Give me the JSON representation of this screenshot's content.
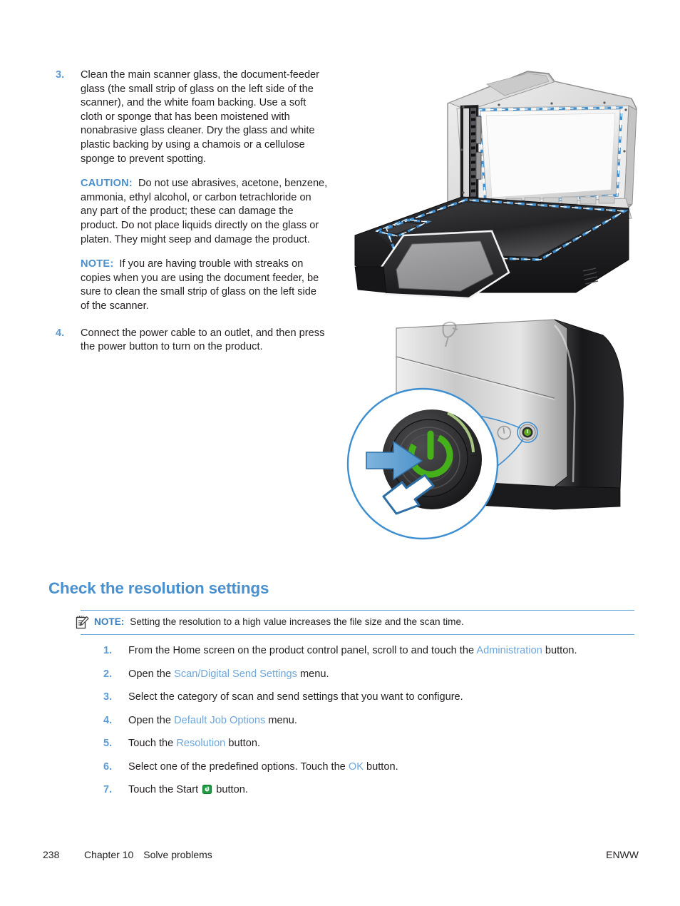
{
  "colors": {
    "accent_blue": "#4a90cc",
    "link_blue": "#6ca6dc",
    "number_blue": "#5b9bd5",
    "rule_blue": "#6ea8d8",
    "body_text": "#231f20",
    "callout_blue": "#3d8fd1",
    "power_green": "#5faa1e",
    "start_green": "#1a9b3c"
  },
  "steps": [
    {
      "number": "3.",
      "body": "Clean the main scanner glass, the document-feeder glass (the small strip of glass on the left side of the scanner), and the white foam backing. Use a soft cloth or sponge that has been moistened with nonabrasive glass cleaner. Dry the glass and white plastic backing by using a chamois or a cellulose sponge to prevent spotting.",
      "admonitions": [
        {
          "label": "CAUTION:",
          "text": "Do not use abrasives, acetone, benzene, ammonia, ethyl alcohol, or carbon tetrachloride on any part of the product; these can damage the product. Do not place liquids directly on the glass or platen. They might seep and damage the product."
        },
        {
          "label": "NOTE:",
          "text": "If you are having trouble with streaks on copies when you are using the document feeder, be sure to clean the small strip of glass on the left side of the scanner."
        }
      ]
    },
    {
      "number": "4.",
      "body": "Connect the power cable to an outlet, and then press the power button to turn on the product.",
      "admonitions": []
    }
  ],
  "section": {
    "heading": "Check the resolution settings",
    "note": {
      "icon": "note-pad-pencil-icon",
      "label": "NOTE:",
      "text": "Setting the resolution to a high value increases the file size and the scan time."
    },
    "procedure": [
      {
        "number": "1.",
        "parts": [
          {
            "text": "From the Home screen on the product control panel, scroll to and touch the ",
            "style": "plain"
          },
          {
            "text": "Administration",
            "style": "ui-ref"
          },
          {
            "text": " button.",
            "style": "plain"
          }
        ]
      },
      {
        "number": "2.",
        "parts": [
          {
            "text": "Open the ",
            "style": "plain"
          },
          {
            "text": "Scan/Digital Send Settings",
            "style": "ui-ref"
          },
          {
            "text": " menu.",
            "style": "plain"
          }
        ]
      },
      {
        "number": "3.",
        "parts": [
          {
            "text": "Select the category of scan and send settings that you want to configure.",
            "style": "plain"
          }
        ]
      },
      {
        "number": "4.",
        "parts": [
          {
            "text": "Open the ",
            "style": "plain"
          },
          {
            "text": "Default Job Options",
            "style": "ui-ref"
          },
          {
            "text": " menu.",
            "style": "plain"
          }
        ]
      },
      {
        "number": "5.",
        "parts": [
          {
            "text": "Touch the ",
            "style": "plain"
          },
          {
            "text": "Resolution",
            "style": "ui-ref"
          },
          {
            "text": " button.",
            "style": "plain"
          }
        ]
      },
      {
        "number": "6.",
        "parts": [
          {
            "text": "Select one of the predefined options. Touch the ",
            "style": "plain"
          },
          {
            "text": "OK",
            "style": "ui-ref"
          },
          {
            "text": " button.",
            "style": "plain"
          }
        ]
      },
      {
        "number": "7.",
        "parts": [
          {
            "text": "Touch the Start ",
            "style": "plain"
          },
          {
            "text": "",
            "style": "start-icon"
          },
          {
            "text": " button.",
            "style": "plain"
          }
        ]
      }
    ]
  },
  "figures": {
    "scanner": {
      "name": "scanner-lid-open-illustration",
      "description": "Multifunction product with scanner lid raised showing main scanner glass, document-feeder glass strip and white foam backing outlined with blue dashed callouts"
    },
    "power": {
      "name": "power-button-illustration",
      "description": "Printer lower front with magnified circular callout of the green power button and a blue arrow indicating a press"
    }
  },
  "footer": {
    "page_number": "238",
    "chapter": "Chapter 10",
    "chapter_title": "Solve problems",
    "right_label": "ENWW"
  }
}
